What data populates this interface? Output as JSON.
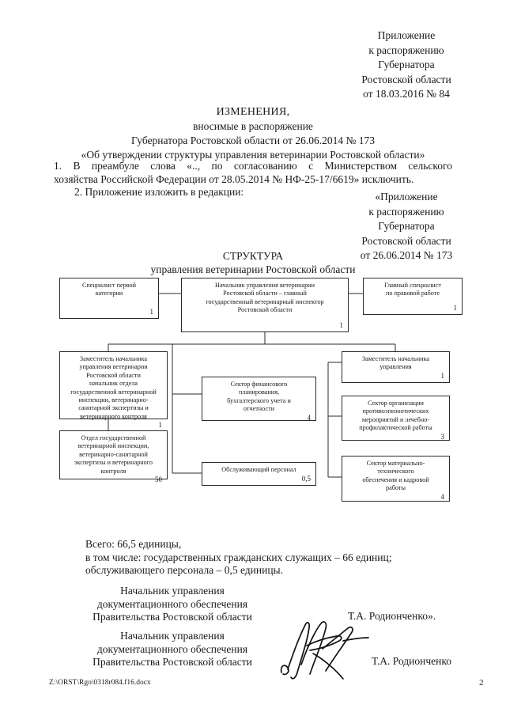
{
  "document": {
    "appendix_top": [
      "Приложение",
      "к распоряжению",
      "Губернатора",
      "Ростовской области",
      "от 18.03.2016 № 84"
    ],
    "title": {
      "line1": "ИЗМЕНЕНИЯ,",
      "line2": "вносимые в распоряжение",
      "line3": "Губернатора Ростовской области от 26.06.2014 № 173",
      "line4": "«Об утверждении структуры управления ветеринарии Ростовской области»"
    },
    "paragraph_1": {
      "line1": "1. В преамбуле слова «.., по согласованию с Министерством сельского",
      "line2": "хозяйства Российской Федерации от 28.05.2014 № НФ-25-17/6619» исключить."
    },
    "paragraph_2": "2. Приложение изложить в редакции:",
    "appendix_second": [
      "«Приложение",
      "к распоряжению",
      "Губернатора",
      "Ростовской области",
      "от 26.06.2014 № 173"
    ],
    "structure_heading": {
      "line1": "СТРУКТУРА",
      "line2": "управления ветеринарии Ростовской области"
    },
    "totals": {
      "line1": "Всего: 66,5 единицы,",
      "line2": "в том числе: государственных гражданских служащих – 66 единиц;",
      "line3": "обслуживающего персонала – 0,5 единицы."
    },
    "signature_1": {
      "line1": "Начальник управления",
      "line2": "документационного обеспечения",
      "line3": "Правительства Ростовской области",
      "name": "Т.А. Родионченко»."
    },
    "signature_2": {
      "line1": "Начальник управления",
      "line2": "документационного обеспечения",
      "line3": "Правительства Ростовской области",
      "name": "Т.А. Родионченко"
    },
    "footer": {
      "path": "Z:\\ORST\\Rgo\\0318r084.f16.docx",
      "page": "2"
    }
  },
  "chart_data": {
    "type": "diagram",
    "title": "СТРУКТУРА управления ветеринарии Ростовской области",
    "nodes": [
      {
        "id": "specialist-first-category",
        "label": "Специалист первой\nкатегории",
        "count": "1"
      },
      {
        "id": "head-of-department",
        "label": "Начальник управления ветеринарии\nРостовской области – главный\nгосударственный ветеринарный инспектор\nРостовской области",
        "count": "1"
      },
      {
        "id": "chief-legal-specialist",
        "label": "Главный специалист\nпо правовой работе",
        "count": "1"
      },
      {
        "id": "deputy-head-vet-inspection",
        "label": "Заместитель начальника\nуправления ветеринарии\nРостовской области\nначальник отдела\nгосударственной ветеринарной\nинспекции, ветеринарно-\nсанитарной экспертизы и\nветеринарного контроля",
        "count": "1"
      },
      {
        "id": "department-state-vet-inspection",
        "label": "Отдел государственной\nветеринарной инспекции,\nветеринарно-санитарной\nэкспертизы и ветеринарного\nконтроля",
        "count": "50"
      },
      {
        "id": "sector-financial-planning",
        "label": "Сектор финансового\nпланирования,\nбухгалтерского учета и\nотчетности",
        "count": "4"
      },
      {
        "id": "service-personnel",
        "label": "Обслуживающий персонал",
        "count": "0,5"
      },
      {
        "id": "deputy-head-management",
        "label": "Заместитель начальника\nуправления",
        "count": "1"
      },
      {
        "id": "sector-antiepizootic",
        "label": "Сектор организации\nпротивоэпизоотических\nмероприятий и лечебно-\nпрофилактической работы",
        "count": "3"
      },
      {
        "id": "sector-material-technical",
        "label": "Сектор материально-\nтехнического\nобеспечения и кадровой\nработы",
        "count": "4"
      }
    ]
  }
}
